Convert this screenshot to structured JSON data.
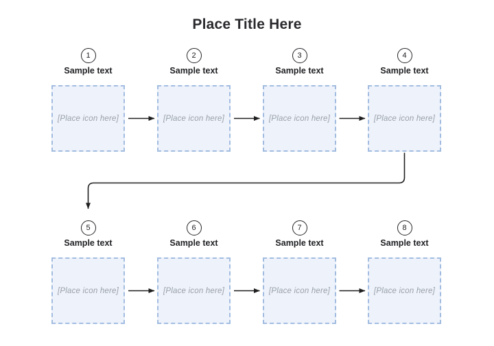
{
  "title": "Place Title Here",
  "steps": [
    {
      "number": "1",
      "label": "Sample text",
      "placeholder": "[Place icon here]"
    },
    {
      "number": "2",
      "label": "Sample text",
      "placeholder": "[Place icon here]"
    },
    {
      "number": "3",
      "label": "Sample text",
      "placeholder": "[Place icon here]"
    },
    {
      "number": "4",
      "label": "Sample text",
      "placeholder": "[Place icon here]"
    },
    {
      "number": "5",
      "label": "Sample text",
      "placeholder": "[Place icon here]"
    },
    {
      "number": "6",
      "label": "Sample text",
      "placeholder": "[Place icon here]"
    },
    {
      "number": "7",
      "label": "Sample text",
      "placeholder": "[Place icon here]"
    },
    {
      "number": "8",
      "label": "Sample text",
      "placeholder": "[Place icon here]"
    }
  ],
  "colors": {
    "title_color": "#2a2a2e",
    "text_color": "#202124",
    "box_fill": "#edf2fb",
    "box_border": "#a2bce0",
    "placeholder_color": "#9aa0a8",
    "line_color": "#1f1f1f"
  }
}
